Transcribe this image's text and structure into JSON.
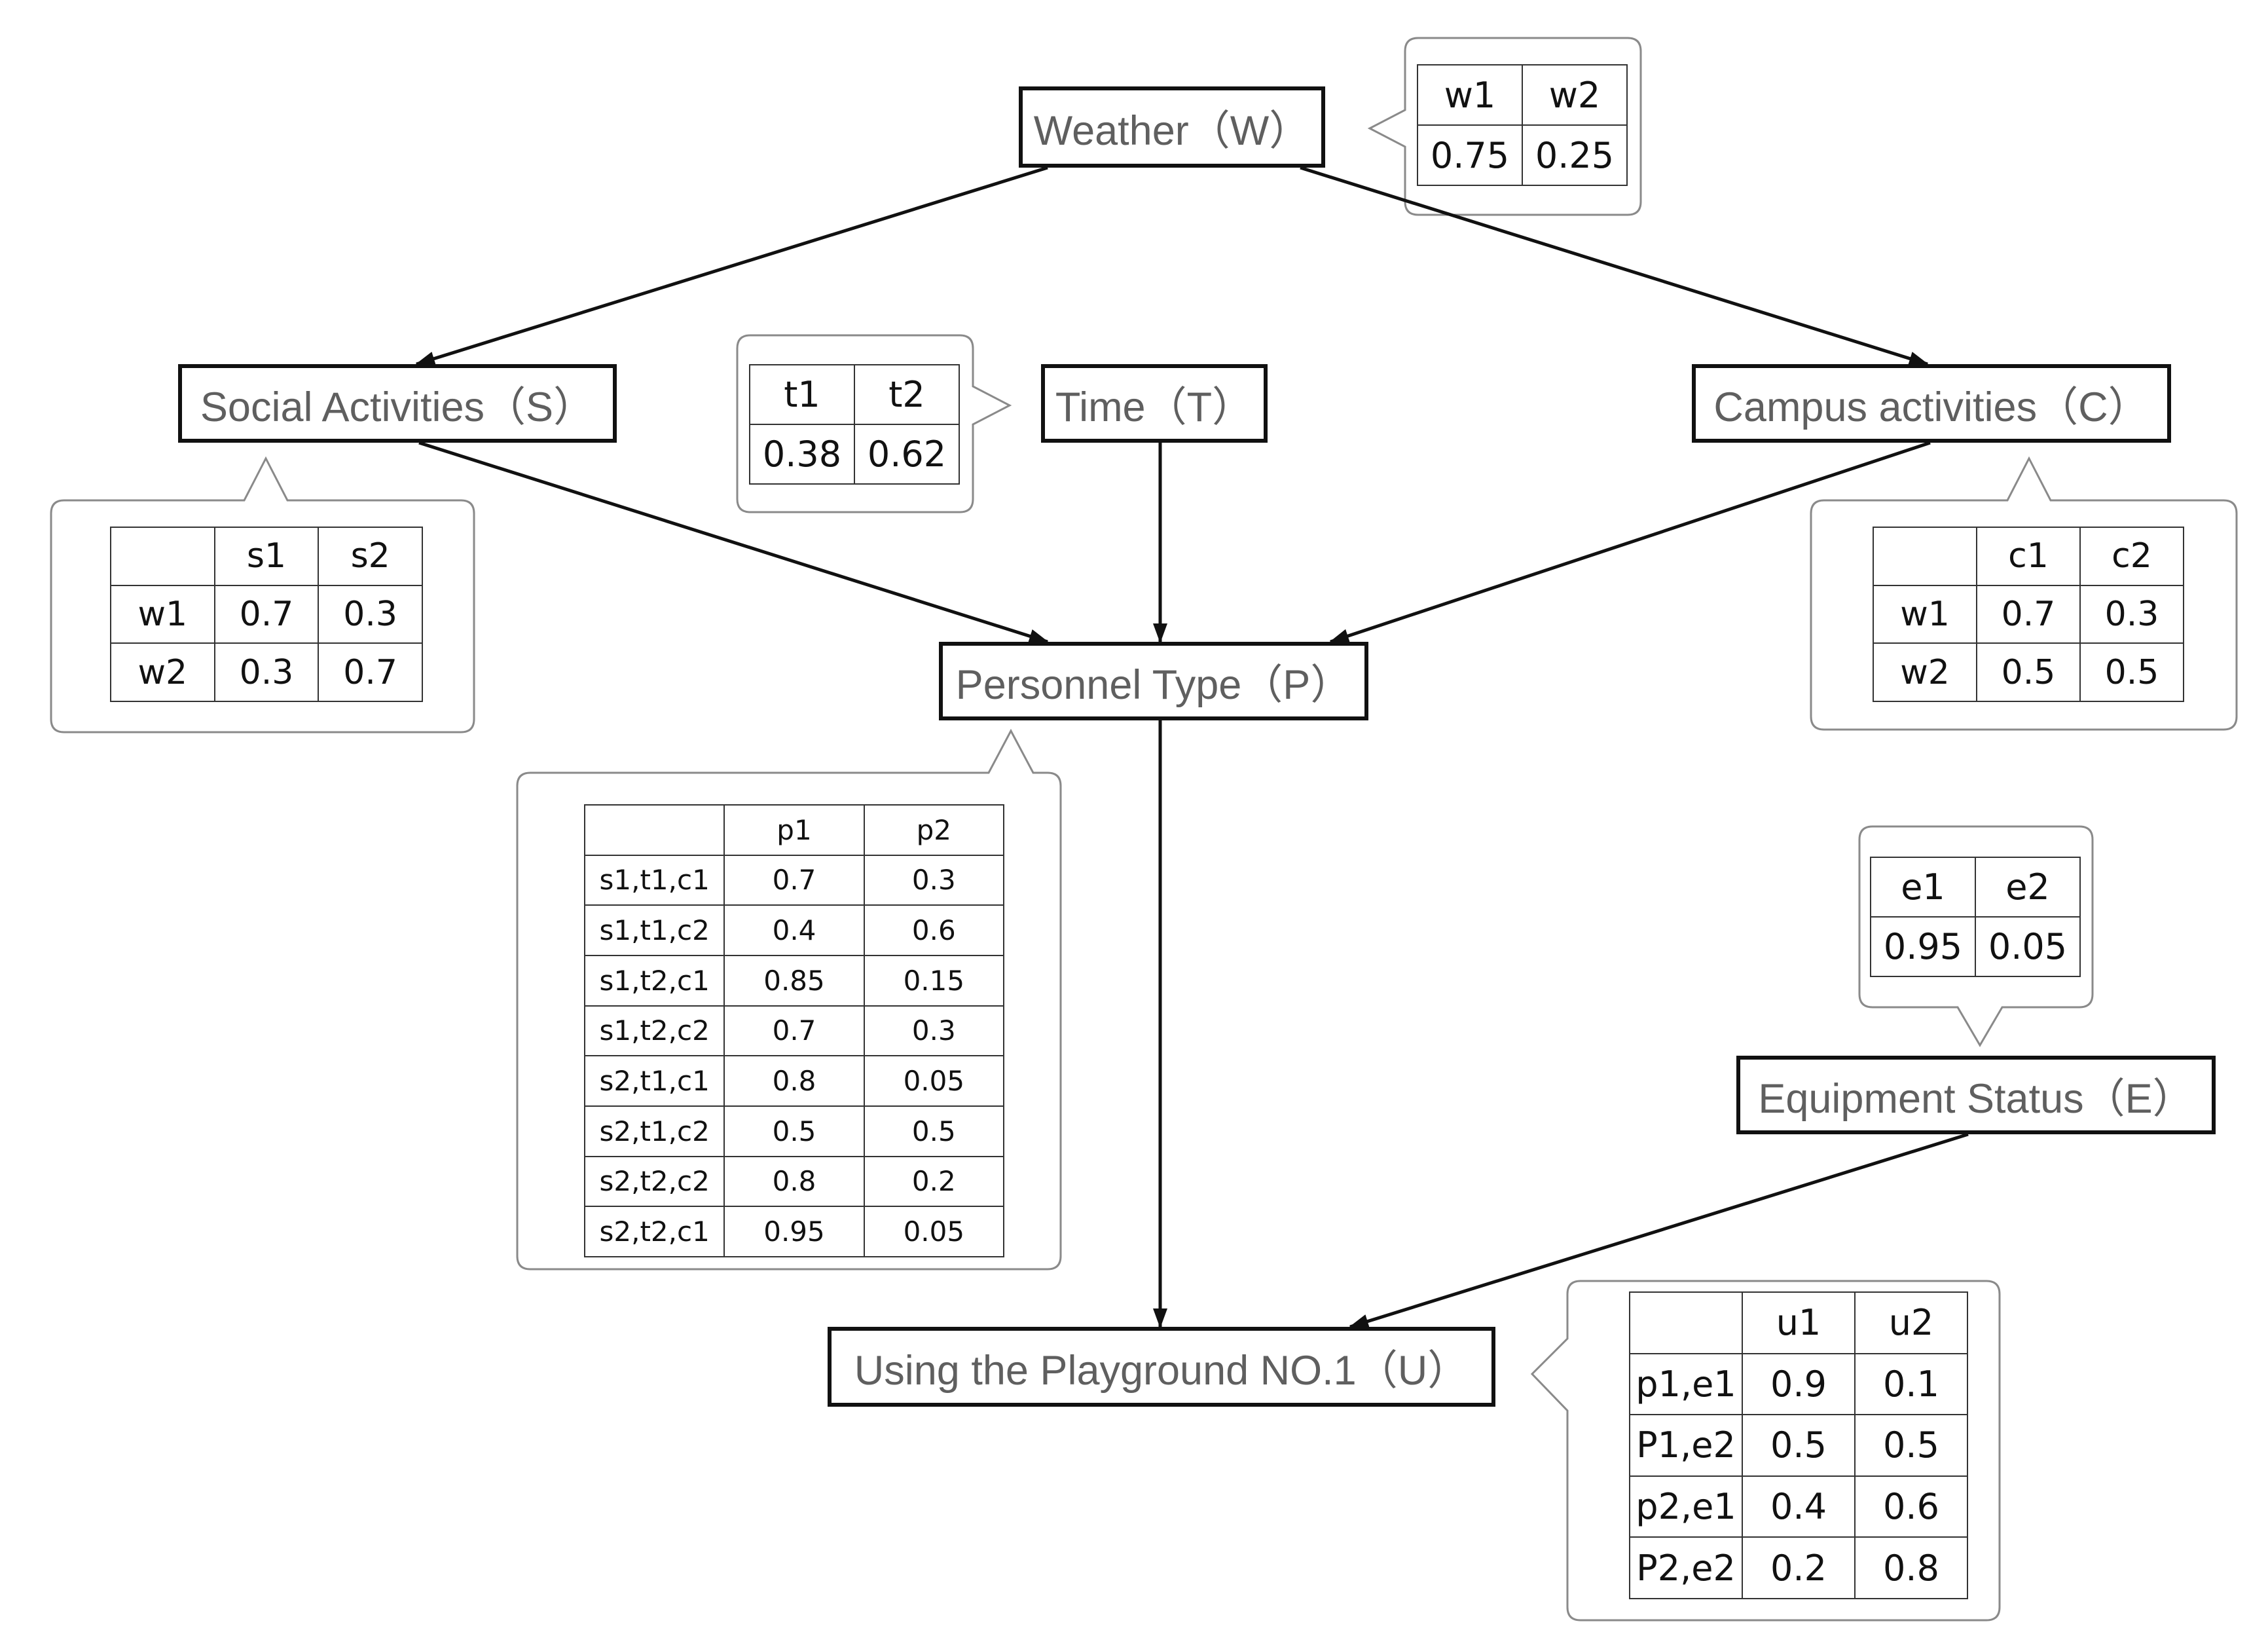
{
  "nodes": {
    "weather": "Weather（W）",
    "social": "Social Activities（S）",
    "time": "Time（T）",
    "campus": "Campus activities（C）",
    "personnel": "Personnel Type（P）",
    "equipment": "Equipment Status（E）",
    "usage": "Using the Playground NO.1（U）"
  },
  "tables": {
    "weather": {
      "header": [
        "w1",
        "w2"
      ],
      "rows": [
        [
          "0.75",
          "0.25"
        ]
      ]
    },
    "time": {
      "header": [
        "t1",
        "t2"
      ],
      "rows": [
        [
          "0.38",
          "0.62"
        ]
      ]
    },
    "social": {
      "header": [
        "",
        "s1",
        "s2"
      ],
      "rows": [
        [
          "w1",
          "0.7",
          "0.3"
        ],
        [
          "w2",
          "0.3",
          "0.7"
        ]
      ]
    },
    "campus": {
      "header": [
        "",
        "c1",
        "c2"
      ],
      "rows": [
        [
          "w1",
          "0.7",
          "0.3"
        ],
        [
          "w2",
          "0.5",
          "0.5"
        ]
      ]
    },
    "personnel": {
      "header": [
        "",
        "p1",
        "p2"
      ],
      "rows": [
        [
          "s1,t1,c1",
          "0.7",
          "0.3"
        ],
        [
          "s1,t1,c2",
          "0.4",
          "0.6"
        ],
        [
          "s1,t2,c1",
          "0.85",
          "0.15"
        ],
        [
          "s1,t2,c2",
          "0.7",
          "0.3"
        ],
        [
          "s2,t1,c1",
          "0.8",
          "0.05"
        ],
        [
          "s2,t1,c2",
          "0.5",
          "0.5"
        ],
        [
          "s2,t2,c2",
          "0.8",
          "0.2"
        ],
        [
          "s2,t2,c1",
          "0.95",
          "0.05"
        ]
      ]
    },
    "equipment": {
      "header": [
        "e1",
        "e2"
      ],
      "rows": [
        [
          "0.95",
          "0.05"
        ]
      ]
    },
    "usage": {
      "header": [
        "",
        "u1",
        "u2"
      ],
      "rows": [
        [
          "p1,e1",
          "0.9",
          "0.1"
        ],
        [
          "P1,e2",
          "0.5",
          "0.5"
        ],
        [
          "p2,e1",
          "0.4",
          "0.6"
        ],
        [
          "P2,e2",
          "0.2",
          "0.8"
        ]
      ]
    }
  },
  "edges": [
    {
      "from": "weather",
      "to": "social"
    },
    {
      "from": "weather",
      "to": "campus"
    },
    {
      "from": "social",
      "to": "personnel"
    },
    {
      "from": "time",
      "to": "personnel"
    },
    {
      "from": "campus",
      "to": "personnel"
    },
    {
      "from": "personnel",
      "to": "usage"
    },
    {
      "from": "equipment",
      "to": "usage"
    }
  ],
  "colors": {
    "node_border": "#111111",
    "node_text": "#5f5f5f",
    "bubble_border": "#8a8a8a",
    "edge": "#111111"
  }
}
